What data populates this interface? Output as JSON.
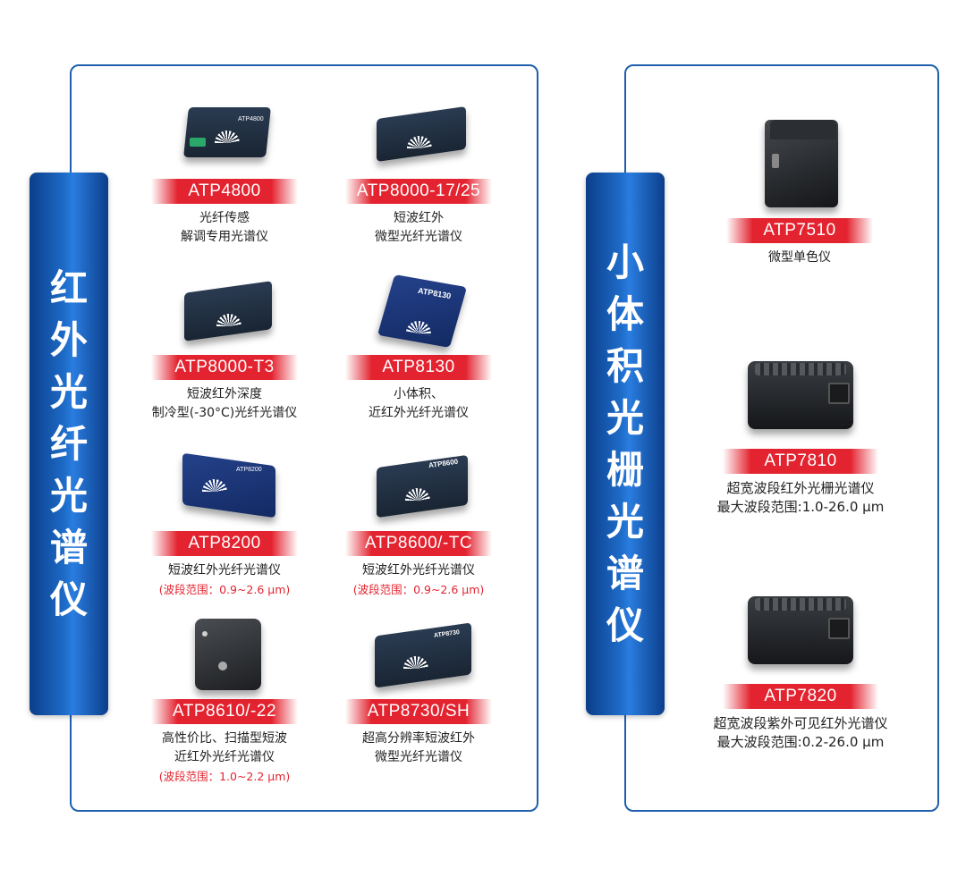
{
  "left_tab": {
    "chars": [
      "红",
      "外",
      "光",
      "纤",
      "光",
      "谱",
      "仪"
    ]
  },
  "right_tab": {
    "chars": [
      "小",
      "体",
      "积",
      "光",
      "栅",
      "光",
      "谱",
      "仪"
    ]
  },
  "left_products": [
    {
      "model": "ATP4800",
      "desc1": "光纤传感",
      "desc2": "解调专用光谱仪",
      "range": ""
    },
    {
      "model": "ATP8000-17/25",
      "desc1": "短波红外",
      "desc2": "微型光纤光谱仪",
      "range": ""
    },
    {
      "model": "ATP8000-T3",
      "desc1": "短波红外深度",
      "desc2": "制冷型(-30°C)光纤光谱仪",
      "range": ""
    },
    {
      "model": "ATP8130",
      "desc1": "小体积、",
      "desc2": "近红外光纤光谱仪",
      "range": ""
    },
    {
      "model": "ATP8200",
      "desc1": "短波红外光纤光谱仪",
      "desc2": "",
      "range": "(波段范围：0.9~2.6 μm)"
    },
    {
      "model": "ATP8600/-TC",
      "desc1": "短波红外光纤光谱仪",
      "desc2": "",
      "range": "(波段范围：0.9~2.6 μm)"
    },
    {
      "model": "ATP8610/-22",
      "desc1": "高性价比、扫描型短波",
      "desc2": "近红外光纤光谱仪",
      "range": "(波段范围：1.0~2.2 μm)"
    },
    {
      "model": "ATP8730/SH",
      "desc1": "超高分辨率短波红外",
      "desc2": "微型光纤光谱仪",
      "range": ""
    }
  ],
  "right_products": [
    {
      "model": "ATP7510",
      "desc1": "微型单色仪",
      "desc2": ""
    },
    {
      "model": "ATP7810",
      "desc1": "超宽波段红外光栅光谱仪",
      "desc2": "最大波段范围:1.0-26.0 μm"
    },
    {
      "model": "ATP7820",
      "desc1": "超宽波段紫外可见红外光谱仪",
      "desc2": "最大波段范围:0.2-26.0 μm"
    }
  ],
  "colors": {
    "frame_blue": "#1f5fae",
    "tab_blue": "#1e6cc9",
    "label_red": "#e3232f"
  },
  "device_labels": {
    "atp4800": "ATP4800",
    "atp8130": "ATP8130",
    "atp8200": "ATP8200",
    "atp8600": "ATP8600",
    "atp8730": "ATP8730"
  }
}
